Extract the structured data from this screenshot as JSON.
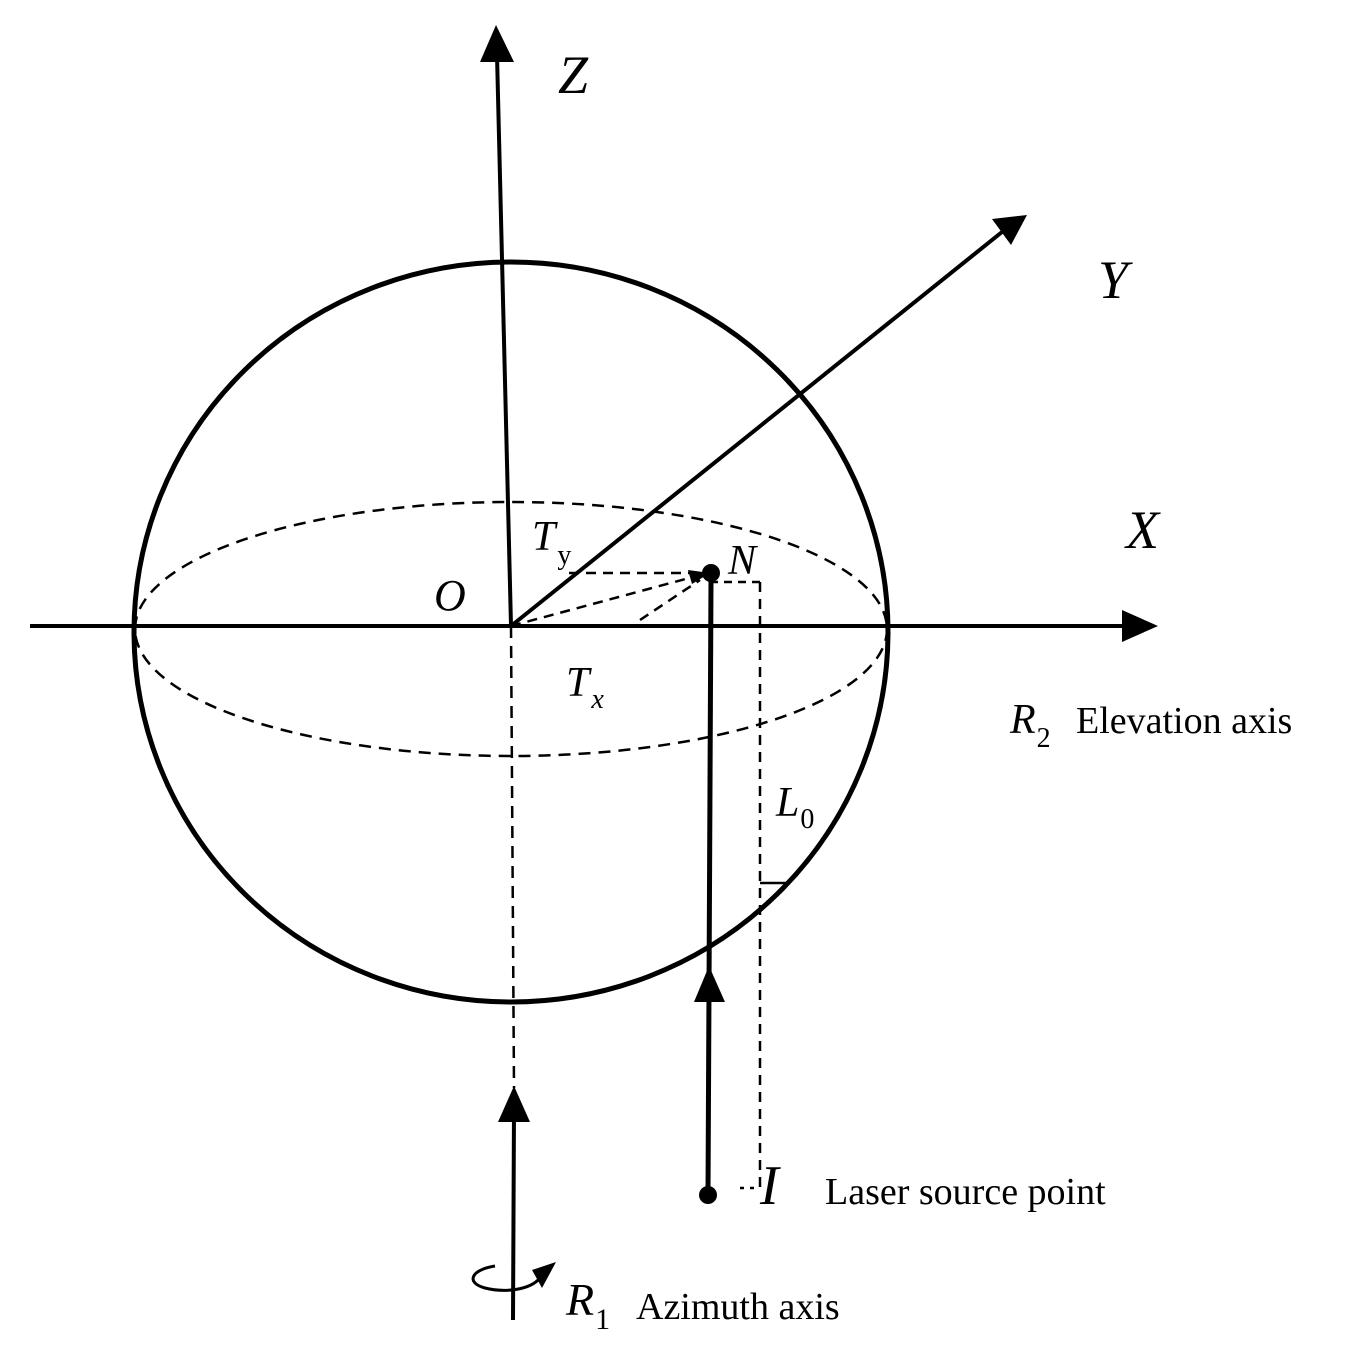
{
  "labels": {
    "z_axis": "Z",
    "y_axis": "Y",
    "x_axis": "X",
    "origin": "O",
    "point_n": "N",
    "ty_main": "T",
    "ty_sub": "y",
    "tx_main": "T",
    "tx_sub": "x",
    "l0_main": "L",
    "l0_sub": "0",
    "r2_main": "R",
    "r2_sub": "2",
    "r2_text": "Elevation axis",
    "r1_main": "R",
    "r1_sub": "1",
    "r1_text": "Azimuth axis",
    "source_symbol": "I",
    "source_text": "Laser source point"
  },
  "colors": {
    "stroke": "#000000",
    "background": "#ffffff"
  }
}
